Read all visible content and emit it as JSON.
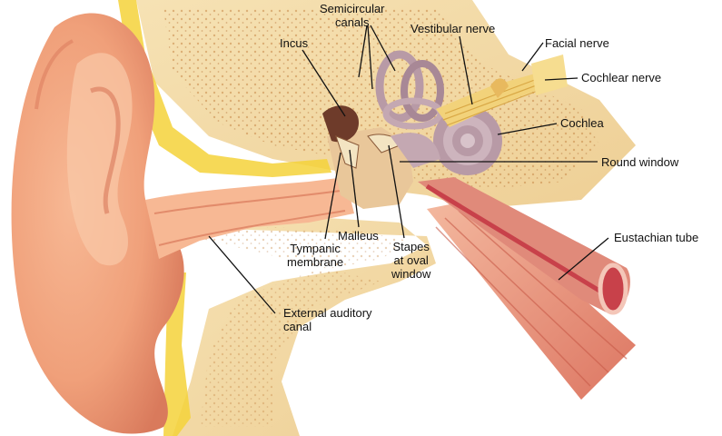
{
  "labels": {
    "semicircular_canals": [
      "Semicircular",
      "canals"
    ],
    "incus": "Incus",
    "vestibular_nerve": "Vestibular nerve",
    "facial_nerve": "Facial nerve",
    "cochlear_nerve": "Cochlear nerve",
    "cochlea": "Cochlea",
    "round_window": "Round window",
    "eustachian_tube": "Eustachian tube",
    "malleus": "Malleus",
    "tympanic_membrane": [
      "Tympanic",
      "membrane"
    ],
    "stapes": [
      "Stapes",
      "at oval",
      "window"
    ],
    "external_auditory_canal": [
      "External auditory",
      "canal"
    ]
  },
  "colors": {
    "skin": "#f2a47e",
    "skin_dark": "#d9785a",
    "skin_light": "#f9c9a8",
    "bone": "#f3d9a4",
    "bone_dots": "#c98a4a",
    "cartilage_yellow": "#f4d23a",
    "cochlea": "#b89aa6",
    "nerve": "#f2d27a",
    "muscle": "#e07e6a",
    "tube_inner": "#c8414a",
    "leader": "#111111"
  }
}
